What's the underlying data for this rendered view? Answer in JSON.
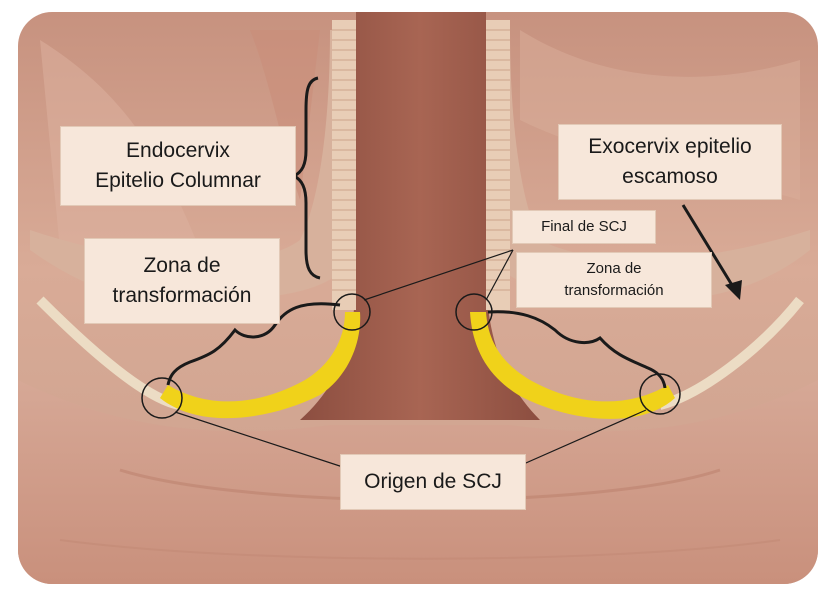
{
  "labels": {
    "endocervix": {
      "line1": "Endocervix",
      "line2": "Epitelio Columnar"
    },
    "exocervix": {
      "line1": "Exocervix epitelio",
      "line2": "escamoso"
    },
    "final_scj": "Final de SCJ",
    "zona_left": {
      "line1": "Zona de",
      "line2": "transformación"
    },
    "zona_right": {
      "line1": "Zona de",
      "line2": "transformación"
    },
    "origen_scj": "Origen de SCJ"
  },
  "colors": {
    "background": "#ffffff",
    "tissue_dark": "#9a5e4d",
    "tissue_mid": "#c08472",
    "tissue_light": "#e3b8a4",
    "stroma": "#d9b39b",
    "epithelium": "#ead9bf",
    "transformation_zone": "#f0d21a",
    "label_box": "#f7e7da",
    "annotation": "#1a1a1a"
  }
}
